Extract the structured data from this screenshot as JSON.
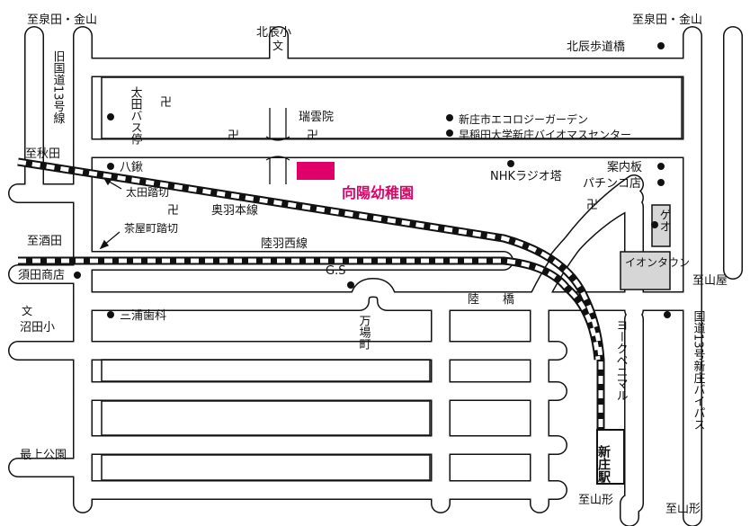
{
  "colors": {
    "accent": "#e0006a",
    "store_fill": "#d6d6d6",
    "ink": "#111111"
  },
  "labels": {
    "to_izumida_kanayama": "至泉田・金山",
    "kitatatsu_elem": "北辰小",
    "school_mark": "文",
    "kitatatsu_bridge": "北辰歩道橋",
    "old_route13": "旧国道13号線",
    "ota_bus_stop": "太田バス停",
    "zuiunin": "瑞雲院",
    "shinjo_ecology_garden": "新庄市エコロジーガーデン",
    "waseda_biomass": "早稲田大学新庄バイオマスセンター",
    "to_akita": "至秋田",
    "hachikuwa": "八鍬",
    "nhk_radio_tower": "NHKラジオ塔",
    "information_board": "案内板",
    "pachinko": "パチンコ店",
    "kindergarten": "向陽幼稚園",
    "ota_crossing": "太田踏切",
    "ou_main_line": "奥羽本線",
    "geo": "ゲオ",
    "chayamachi_crossing": "茶屋町踏切",
    "to_sakata": "至酒田",
    "rikuu_west_line": "陸羽西線",
    "aeon_town": "イオンタウン",
    "suda_store": "須田商店",
    "gs": "G.S",
    "to_yamagata_east": "至山屋",
    "rikkyo": "陸　　橋",
    "numata_elem": "沼田小",
    "miura_dental": "三浦歯科",
    "manbacho": "万場町",
    "yorkbenimaru": "ヨークベニマル",
    "route13_bypass": "国道13号新庄バイパス",
    "mogami_park": "最上公園",
    "shinjo_station": "新庄駅",
    "to_yamagata": "至山形",
    "temple_mark": "卍"
  }
}
